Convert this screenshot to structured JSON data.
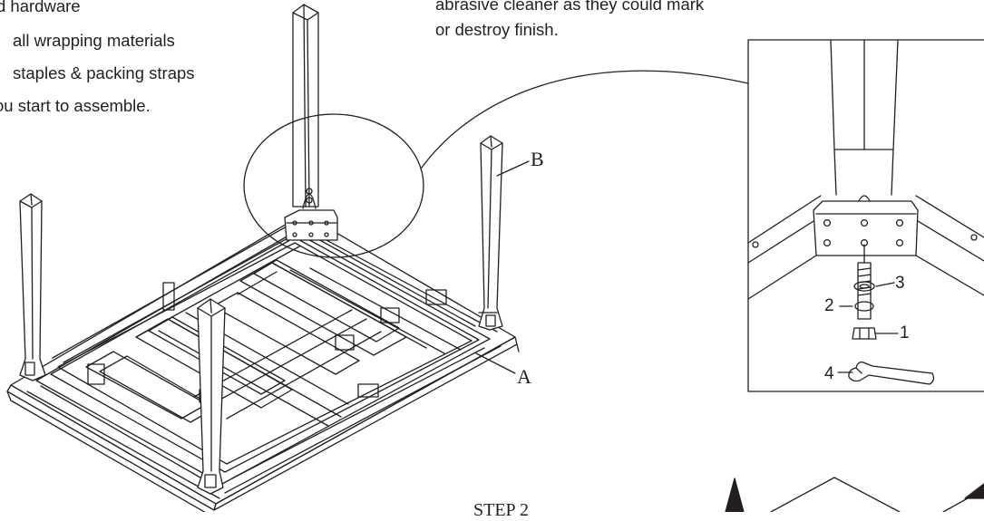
{
  "instructions": {
    "lines": [
      "d hardware",
      "all wrapping materials",
      "staples & packing straps",
      "ou start to assemble."
    ]
  },
  "caution": {
    "lines": [
      "abrasive cleaner as they could mark",
      "or destroy finish."
    ]
  },
  "callouts": {
    "a": "A",
    "b": "B"
  },
  "detail_parts": {
    "p1": "1",
    "p2": "2",
    "p3": "3",
    "p4": "4"
  },
  "step": {
    "title": "STEP 2"
  }
}
